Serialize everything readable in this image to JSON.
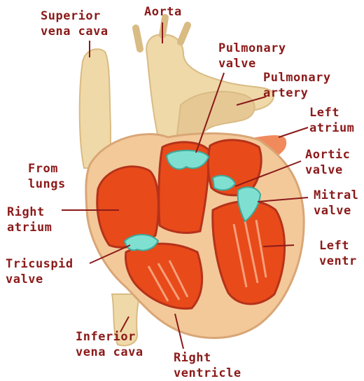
{
  "labels": {
    "superior_vena_cava": [
      "Superior",
      "vena cava"
    ],
    "aorta": [
      "Aorta"
    ],
    "pulmonary_valve": [
      "Pulmonary",
      "valve"
    ],
    "pulmonary_artery": [
      "Pulmonary",
      "artery"
    ],
    "left_atrium": [
      "Left",
      "atrium"
    ],
    "aortic_valve": [
      "Aortic",
      "valve"
    ],
    "from_lungs": [
      "From",
      "lungs"
    ],
    "mitral_valve": [
      "Mitral",
      "valve"
    ],
    "right_atrium": [
      "Right",
      "atrium"
    ],
    "left_ventricle": [
      "Left",
      "ventr"
    ],
    "tricuspid_valve": [
      "Tricuspid",
      "valve"
    ],
    "inferior_vena_cava": [
      "Inferior",
      "vena cava"
    ],
    "right_ventricle": [
      "Right",
      "ventricle"
    ]
  },
  "colors": {
    "label_text": "#8b1a1a",
    "vessel_tan": "#efd9a8",
    "vessel_shadow": "#d9bb84",
    "chamber_red": "#e84a1a",
    "muscle_dark": "#b5321a",
    "valve_teal": "#7fe0d2",
    "myocardium_peach": "#f3c99a"
  }
}
